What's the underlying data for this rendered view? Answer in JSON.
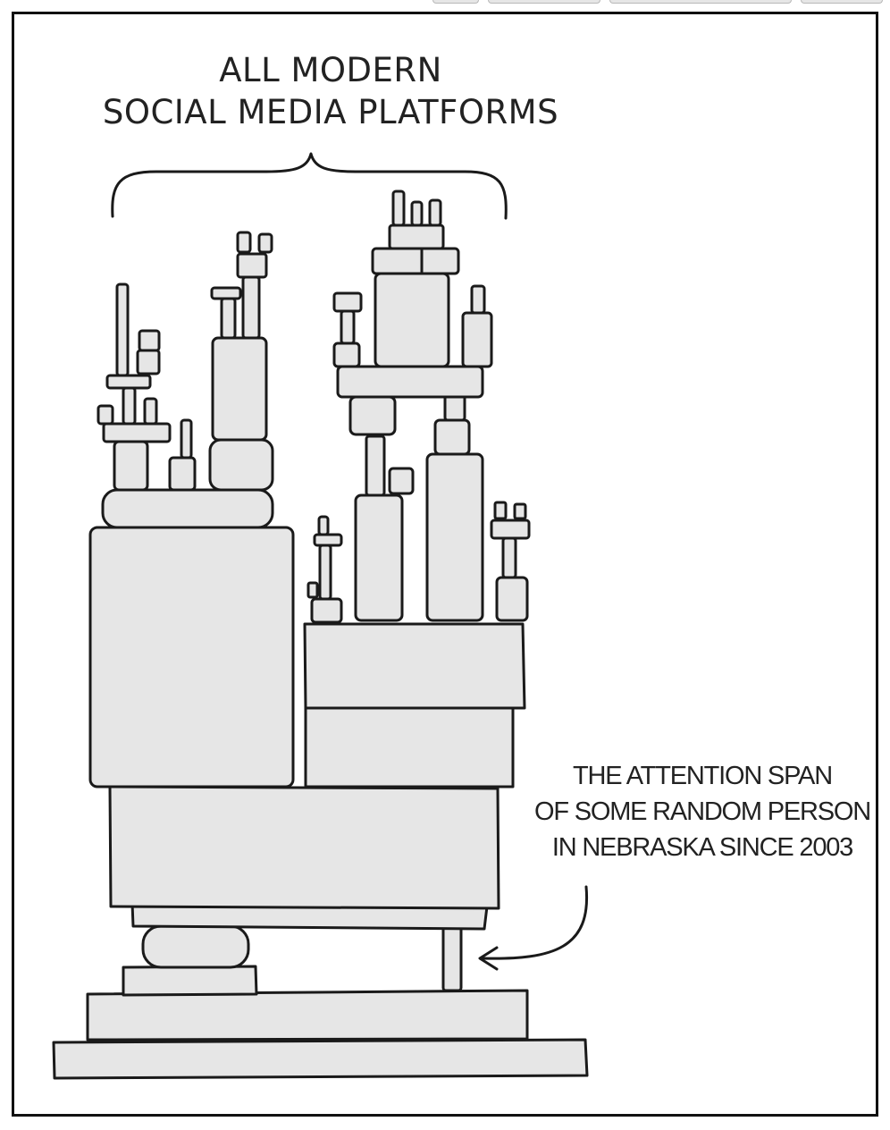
{
  "comic": {
    "top_label_line1": "ALL MODERN",
    "top_label_line2": "SOCIAL MEDIA PLATFORMS",
    "annotation_line1": "THE ATTENTION SPAN",
    "annotation_line2": "OF SOME RANDOM PERSON",
    "annotation_line3": "IN NEBRASKA SINCE 2003"
  },
  "colors": {
    "block_fill": "#e6e6e6",
    "outline": "#1a1a1a",
    "background": "#ffffff"
  },
  "icons": [
    "curly-brace",
    "curved-arrow"
  ]
}
